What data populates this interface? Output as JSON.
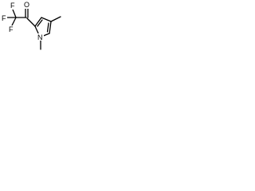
{
  "molecule": {
    "atoms": {
      "oxygen": "O",
      "nitrogen": "N",
      "fluorine_top": "F",
      "fluorine_left": "F",
      "fluorine_bottom": "F"
    },
    "colors": {
      "bond": "#000000",
      "background": "#ffffff"
    }
  }
}
